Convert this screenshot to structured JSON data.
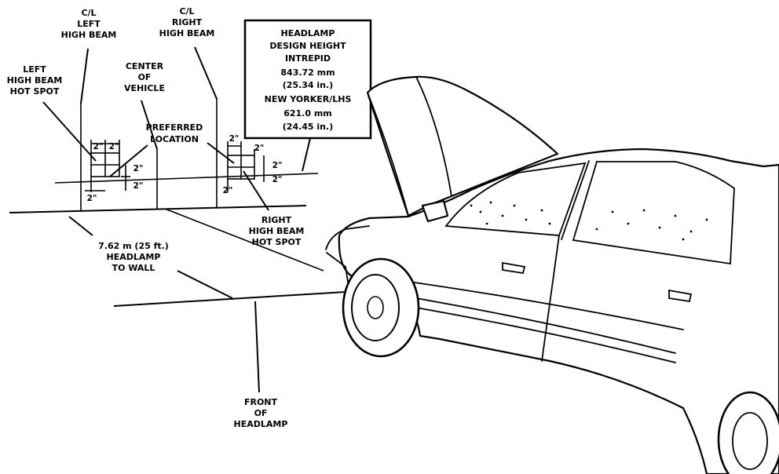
{
  "labels": {
    "cl_left": [
      "C/L",
      "LEFT",
      "HIGH BEAM"
    ],
    "cl_right": [
      "C/L",
      "RIGHT",
      "HIGH BEAM"
    ],
    "left_hot_spot": [
      "LEFT",
      "HIGH BEAM",
      "HOT SPOT"
    ],
    "center_vehicle": [
      "CENTER",
      "OF",
      "VEHICLE"
    ],
    "preferred": [
      "PREFERRED",
      "LOCATION"
    ],
    "right_hot_spot": [
      "RIGHT",
      "HIGH BEAM",
      "HOT SPOT"
    ],
    "distance": [
      "7.62 m (25 ft.)",
      "HEADLAMP",
      "TO WALL"
    ],
    "front": [
      "FRONT",
      "OF",
      "HEADLAMP"
    ]
  },
  "spec_box": {
    "lines": [
      "HEADLAMP",
      "DESIGN HEIGHT",
      "INTREPID",
      "843.72 mm",
      "(25.34 in.)",
      "NEW YORKER/LHS",
      "621.0 mm",
      "(24.45 in.)"
    ]
  },
  "dims": {
    "left": [
      "2\"",
      "2\"",
      "2\"",
      "2\"",
      "2\""
    ],
    "right": [
      "2\"",
      "2\"",
      "2\"",
      "2\"",
      "2\""
    ]
  }
}
